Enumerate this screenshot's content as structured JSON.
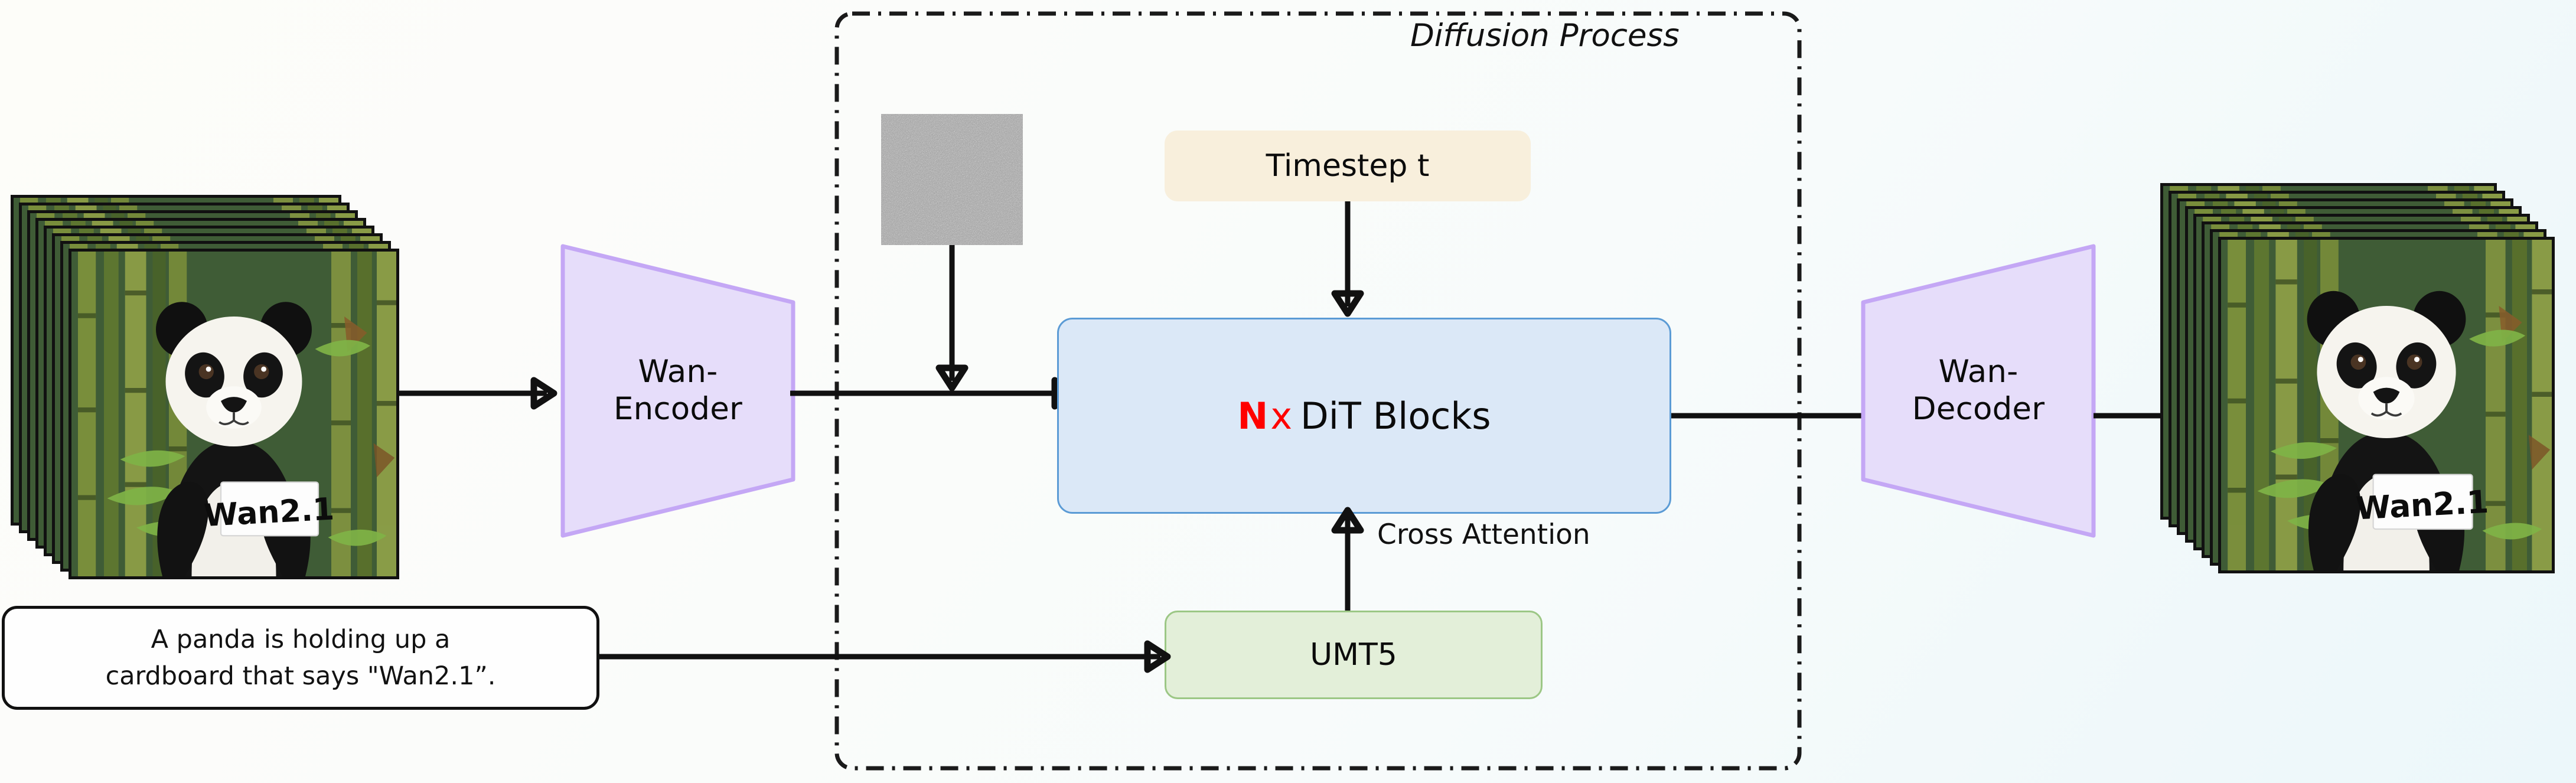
{
  "figure": {
    "title": "Wan2.1 diffusion video generation architecture",
    "background_start": "#fdfdf9",
    "background_end": "#ecf7fa"
  },
  "diffusion_region": {
    "label": "Diffusion Process",
    "border_style": "dash-dot",
    "border_color": "#1a1a1a"
  },
  "input": {
    "frames_label": "input video frames",
    "frame_count": 8,
    "sign_text": "Wan2.1"
  },
  "output": {
    "frames_label": "generated video frames",
    "frame_count": 8,
    "sign_text": "Wan2.1"
  },
  "prompt": {
    "line1": "A panda is holding up a",
    "line2": "cardboard that says \"Wan2.1”.",
    "border_color": "#111111"
  },
  "encoder": {
    "line1": "Wan-",
    "line2": "Encoder",
    "fill": "#e6ddfa",
    "stroke": "#c4a7f5"
  },
  "decoder": {
    "line1": "Wan-",
    "line2": "Decoder",
    "fill": "#e6ddfa",
    "stroke": "#c4a7f5"
  },
  "timestep": {
    "label": "Timestep t",
    "fill": "#f8efdc"
  },
  "dit": {
    "n_label": "N",
    "times_label": "x",
    "blocks_label": "DiT Blocks",
    "fill": "#dbe8f7",
    "stroke": "#5b9bd5",
    "n_color": "#ff0000"
  },
  "text_encoder": {
    "label": "UMT5",
    "fill": "#e3efd9",
    "stroke": "#9cc785"
  },
  "noise": {
    "label": "gaussian-noise-latent"
  },
  "edges": {
    "cross_attention": "Cross Attention",
    "frames_to_encoder": "",
    "encoder_to_dit": "",
    "noise_to_latent": "",
    "timestep_to_dit": "",
    "dit_to_decoder": "",
    "decoder_to_frames": "",
    "prompt_to_umt5": ""
  }
}
